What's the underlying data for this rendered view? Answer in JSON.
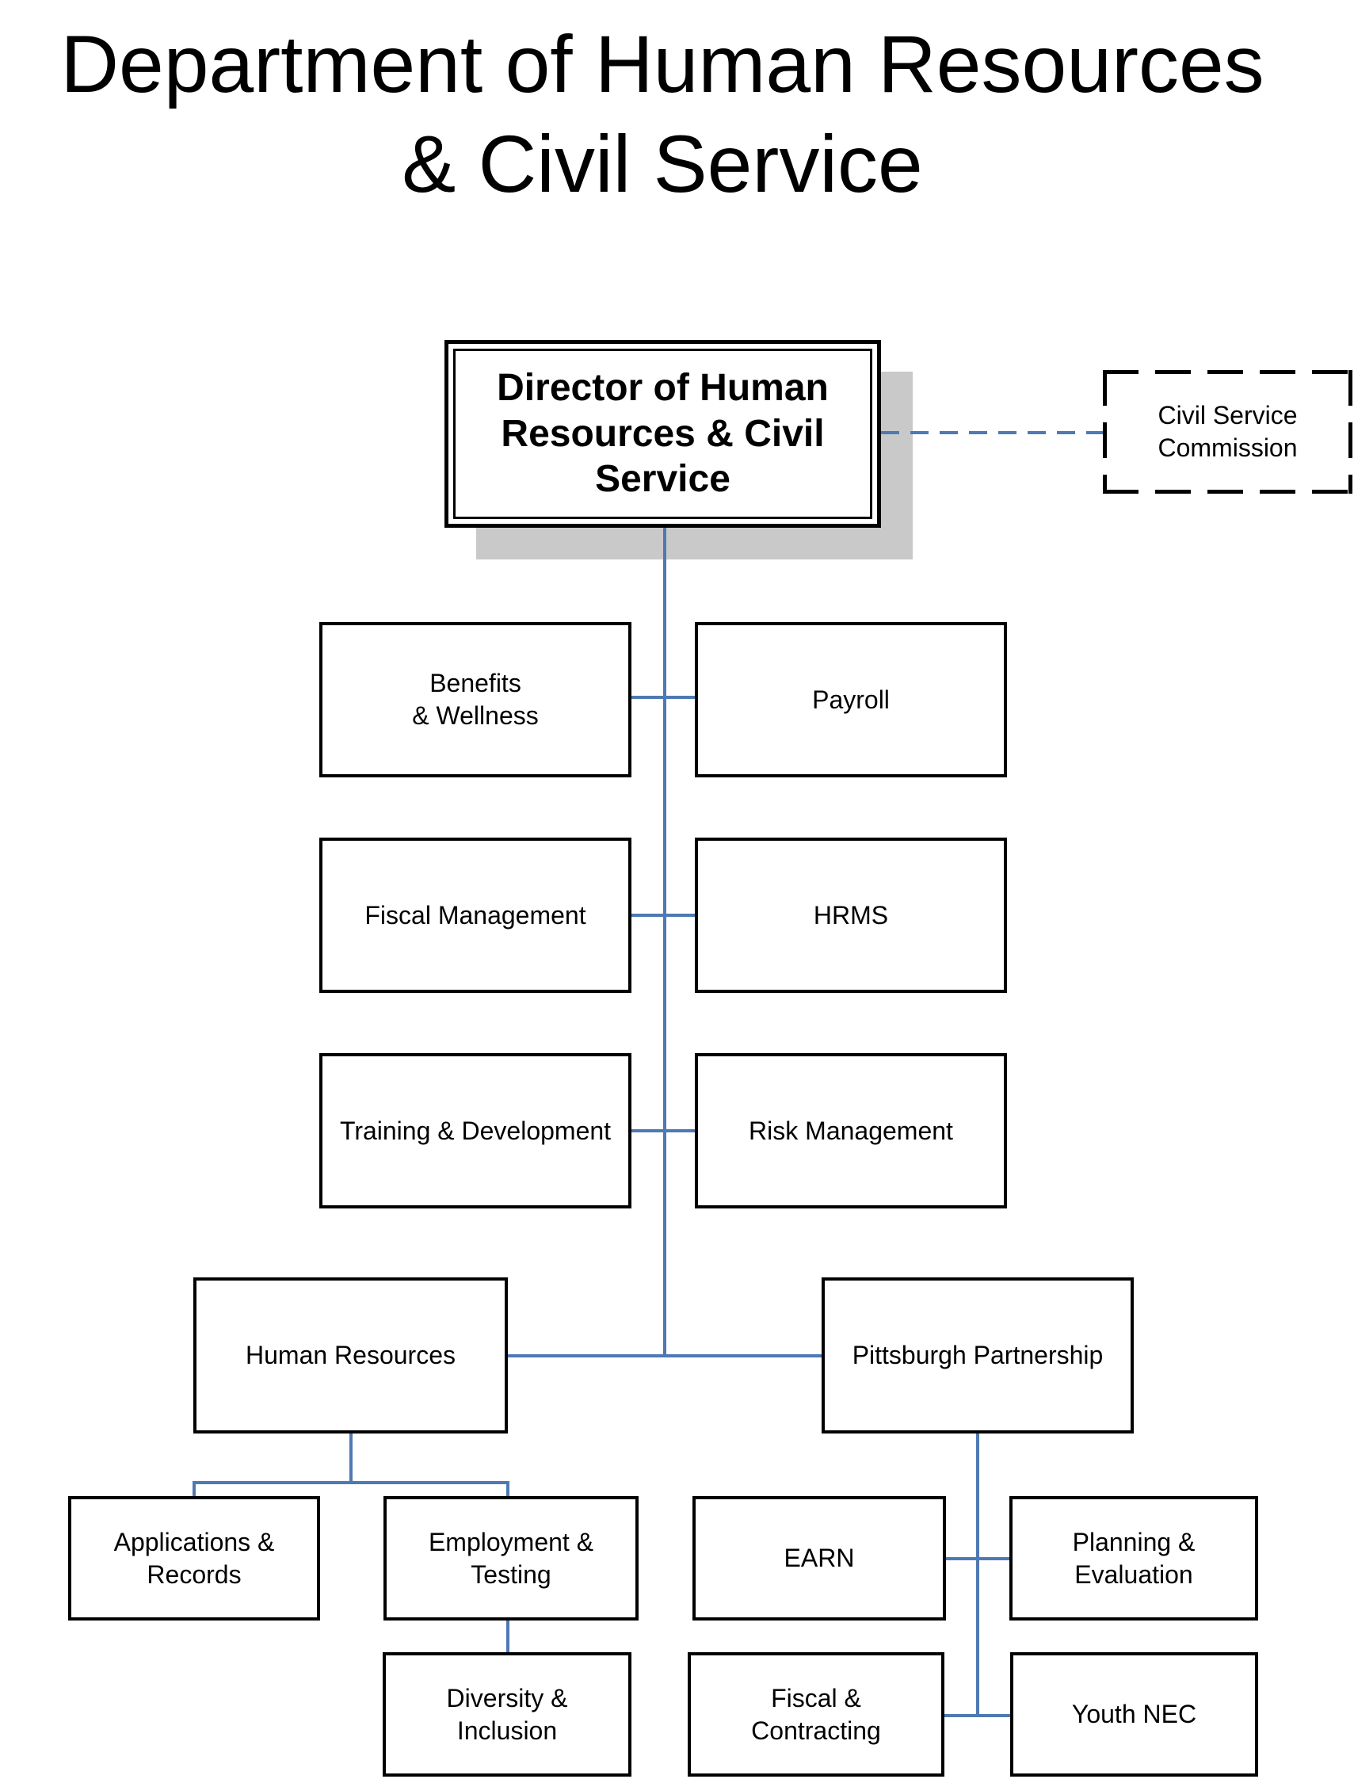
{
  "page": {
    "title": "Department of Human Resources\n& Civil Service"
  },
  "colors": {
    "connector_blue": "#4e79b2",
    "box_border": "#000000",
    "director_shadow_gray": "#c9c9c9",
    "background": "#ffffff"
  },
  "nodes": {
    "director": {
      "label": "Director of Human\nResources & Civil\nService"
    },
    "civil_service_commission": {
      "label": "Civil Service\nCommission"
    },
    "benefits_wellness": {
      "label": "Benefits\n& Wellness"
    },
    "payroll": {
      "label": "Payroll"
    },
    "fiscal_management": {
      "label": "Fiscal Management"
    },
    "hrms": {
      "label": "HRMS"
    },
    "training_development": {
      "label": "Training & Development"
    },
    "risk_management": {
      "label": "Risk Management"
    },
    "human_resources": {
      "label": "Human Resources"
    },
    "pittsburgh_partnership": {
      "label": "Pittsburgh Partnership"
    },
    "applications_records": {
      "label": "Applications &\nRecords"
    },
    "employment_testing": {
      "label": "Employment &\nTesting"
    },
    "diversity_inclusion": {
      "label": "Diversity &\nInclusion"
    },
    "earn": {
      "label": "EARN"
    },
    "planning_evaluation": {
      "label": "Planning &\nEvaluation"
    },
    "fiscal_contracting": {
      "label": "Fiscal &\nContracting"
    },
    "youth_nec": {
      "label": "Youth NEC"
    }
  }
}
